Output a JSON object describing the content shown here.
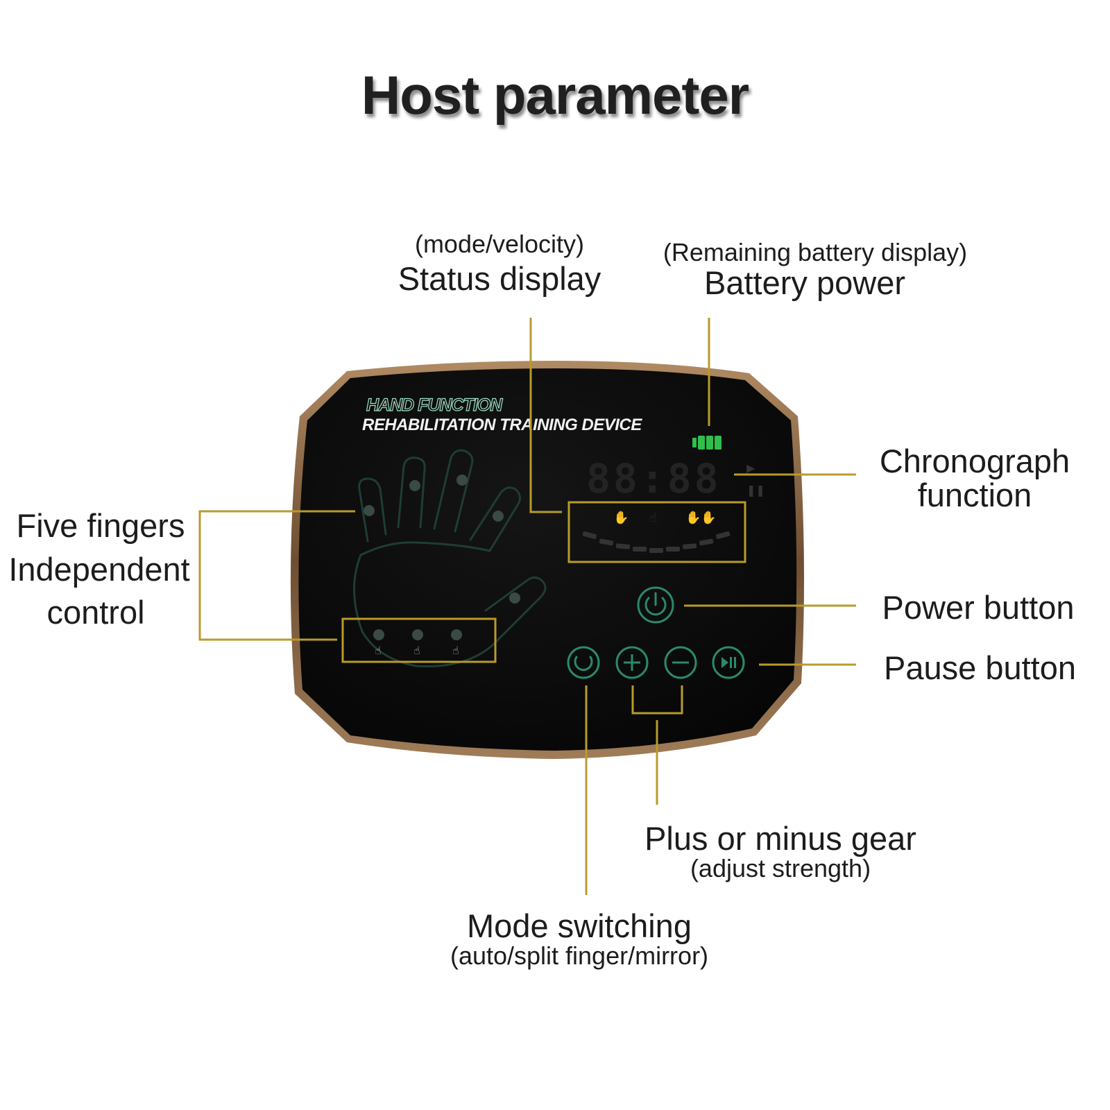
{
  "title": "Host parameter",
  "device": {
    "brand_line1": "HAND FUNCTION",
    "brand_line2": "REHABILITATION TRAINING DEVICE",
    "timer_text": "88:88",
    "accent": "#2a8a6a",
    "battery_color": "#2fbf4a",
    "frame_color": "#7a5a3c",
    "callout_color": "#b89b2a"
  },
  "labels": {
    "status_sub": "(mode/velocity)",
    "status_main": "Status display",
    "battery_sub": "(Remaining battery display)",
    "battery_main": "Battery power",
    "chrono_line1": "Chronograph",
    "chrono_line2": "function",
    "fingers_line1": "Five fingers",
    "fingers_line2": "Independent",
    "fingers_line3": "control",
    "power": "Power button",
    "pause": "Pause button",
    "gear_main": "Plus or minus gear",
    "gear_sub": "(adjust strength)",
    "mode_main": "Mode switching",
    "mode_sub": "(auto/split finger/mirror)"
  },
  "icons": [
    "power-icon",
    "mode-cycle-icon",
    "plus-icon",
    "minus-icon",
    "play-pause-icon",
    "battery-icon",
    "hand-outline-icon"
  ]
}
